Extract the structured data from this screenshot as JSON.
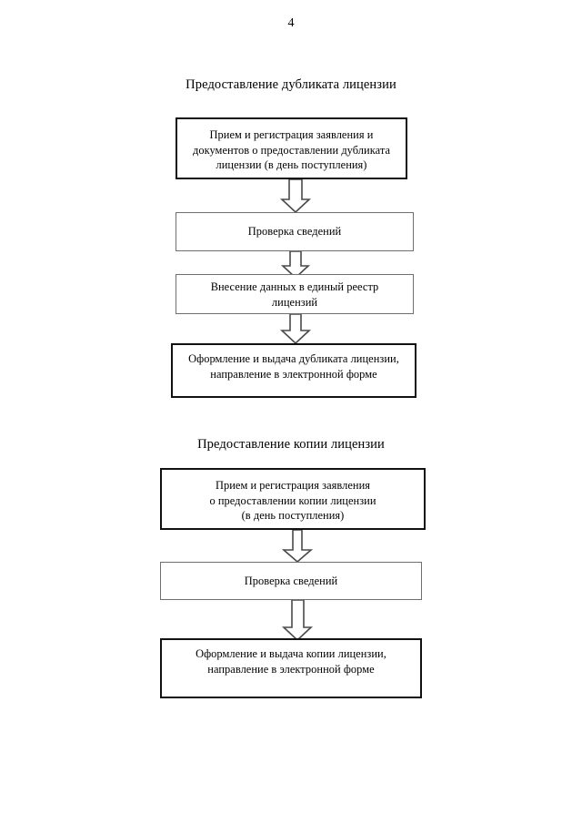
{
  "document": {
    "page_number": "4"
  },
  "sections": [
    {
      "title": "Предоставление дубликата лицензии",
      "nodes": [
        {
          "label": "Прием и регистрация заявления и\nдокументов о предоставлении дубликата\nлицензии (в день поступления)"
        },
        {
          "label": "Проверка сведений"
        },
        {
          "label": "Внесение данных в единый реестр\nлицензий"
        },
        {
          "label": "Оформление и выдача дубликата лицензии,\nнаправление в электронной форме"
        }
      ]
    },
    {
      "title": "Предоставление копии лицензии",
      "nodes": [
        {
          "label": "Прием и регистрация заявления\nо предоставлении копии лицензии\n(в день поступления)"
        },
        {
          "label": "Проверка сведений"
        },
        {
          "label": "Оформление и выдача копии лицензии,\nнаправление в электронной форме"
        }
      ]
    }
  ],
  "connectors": [
    {
      "name": "arrow-s1-1"
    },
    {
      "name": "arrow-s1-2"
    },
    {
      "name": "arrow-s1-3"
    },
    {
      "name": "arrow-s2-1"
    },
    {
      "name": "arrow-s2-2"
    }
  ]
}
